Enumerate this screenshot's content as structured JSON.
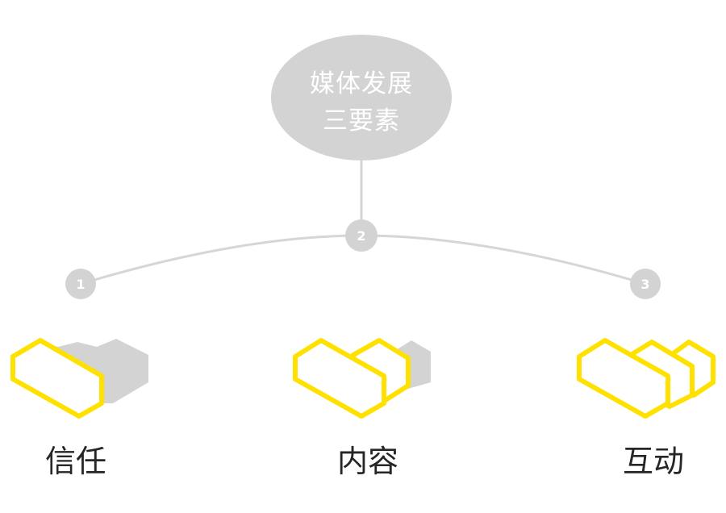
{
  "root": {
    "line1": "媒体发展",
    "line2": "三要素"
  },
  "steps": [
    {
      "number": "1",
      "label": "信任"
    },
    {
      "number": "2",
      "label": "内容"
    },
    {
      "number": "3",
      "label": "互动"
    }
  ],
  "colors": {
    "accent": "#ffe100",
    "node": "#d3d3d3",
    "line": "#d6d6d6",
    "text": "#262626"
  }
}
